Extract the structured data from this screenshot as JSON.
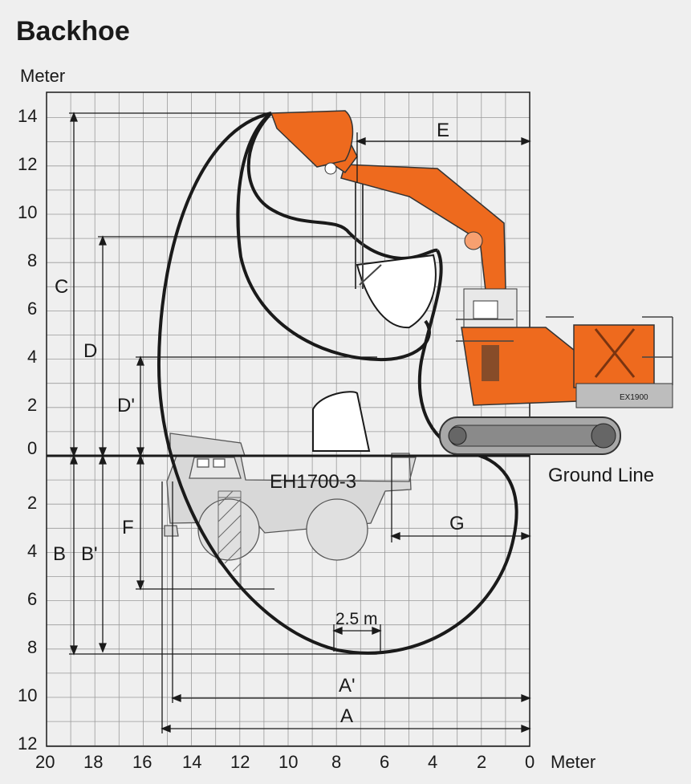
{
  "title": "Backhoe",
  "unit_y": "Meter",
  "unit_x": "Meter",
  "y_ticks": [
    "14",
    "12",
    "10",
    "8",
    "6",
    "4",
    "2",
    "0",
    "2",
    "4",
    "6",
    "8",
    "10",
    "12"
  ],
  "x_ticks": [
    "20",
    "18",
    "16",
    "14",
    "12",
    "10",
    "8",
    "6",
    "4",
    "2",
    "0"
  ],
  "dimensions": {
    "A": "A",
    "A_prime": "A'",
    "B": "B",
    "B_prime": "B'",
    "C": "C",
    "D": "D",
    "D_prime": "D'",
    "E": "E",
    "F": "F",
    "G": "G"
  },
  "ground_line": "Ground Line",
  "truck_model": "EH1700-3",
  "bucket_width": "2.5 m",
  "excavator_badge": "EX1900",
  "colors": {
    "background": "#efefef",
    "grid": "#9a9a9a",
    "excavator_orange": "#ee6a1e",
    "truck_fill": "#d8d8d8",
    "line": "#1a1a1a"
  }
}
